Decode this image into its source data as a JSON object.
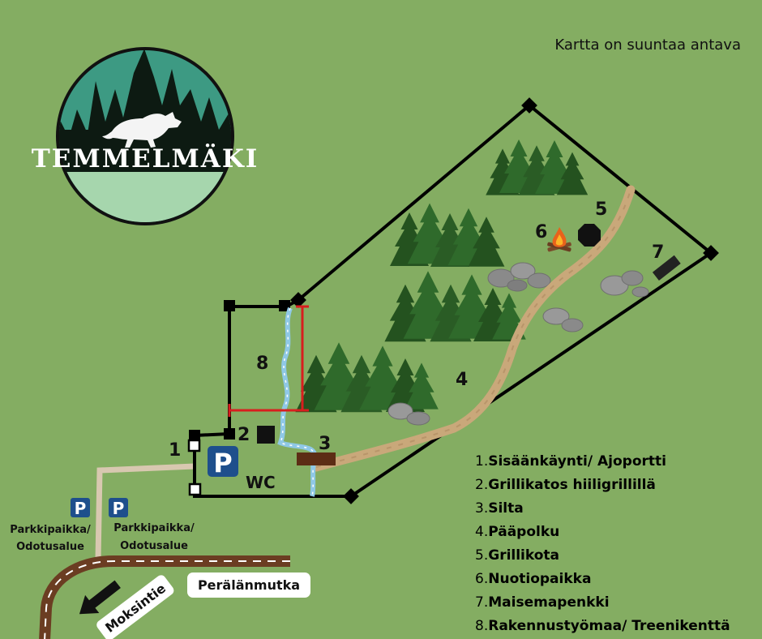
{
  "header": {
    "orientation_note": "Kartta on suuntaa antava"
  },
  "logo": {
    "name": "TEMMELMÄKI",
    "colors": {
      "ring": "#111111",
      "sky": "#3d9a83",
      "ground": "#a6d6ad",
      "trees": "#0d1a12"
    }
  },
  "map": {
    "labels": {
      "entrance": "1",
      "grill_shelter": "2",
      "bridge": "3",
      "main_path": "4",
      "grill_hut": "5",
      "campfire": "6",
      "bench": "7",
      "construction_site": "8"
    },
    "wc_label": "WC",
    "parking_symbol": "P",
    "parking_areas": [
      {
        "symbol": "P",
        "line1": "Parkkipaikka/",
        "line2": "Odotusalue"
      },
      {
        "symbol": "P",
        "line1": "Parkkipaikka/",
        "line2": "Odotusalue"
      }
    ],
    "roads": {
      "main": "Moksintie",
      "side": "Perälänmutka"
    },
    "colors": {
      "grass": "#84ad62",
      "boundary": "#000000",
      "construction_boundary": "#d81e1e",
      "stream": "#8fc8e6",
      "path": "#c9a87a",
      "road": "#6b3d22",
      "bridge": "#5c2d15",
      "access_road": "#d8c8b0",
      "parking_blue": "#1e4f8c",
      "forest": "#2f6a2b"
    }
  },
  "legend": {
    "items": [
      {
        "num": "1.",
        "text": "Sisäänkäynti/ Ajoportti"
      },
      {
        "num": "2.",
        "text": "Grillikatos hiiligrillillä"
      },
      {
        "num": "3.",
        "text": "Silta"
      },
      {
        "num": "4.",
        "text": "Pääpolku"
      },
      {
        "num": "5.",
        "text": "Grillikota"
      },
      {
        "num": "6.",
        "text": "Nuotiopaikka"
      },
      {
        "num": "7.",
        "text": "Maisemapenkki"
      },
      {
        "num": "8.",
        "text": "Rakennustyömaa/ Treenikenttä"
      }
    ]
  }
}
